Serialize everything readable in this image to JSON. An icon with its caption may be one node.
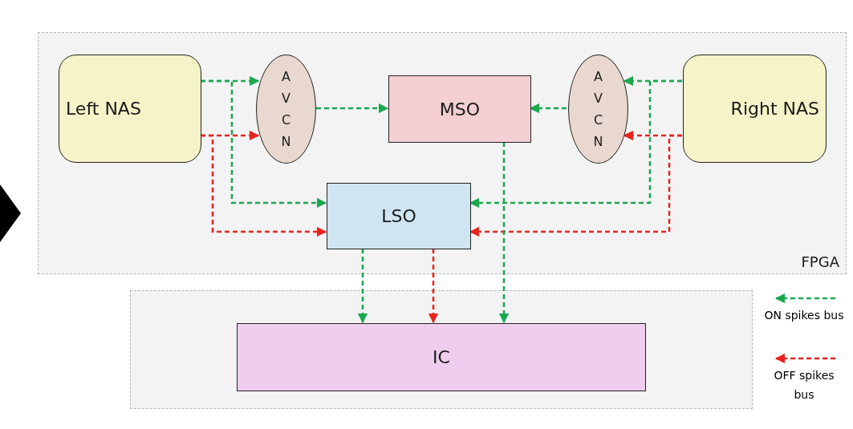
{
  "diagram": {
    "nodes": [
      {
        "text": [
          "FPGA"
        ]
      },
      {
        "text": [
          "Left NAS"
        ],
        "in": 0
      },
      {
        "text": [
          "AVCN"
        ],
        "in": 0
      },
      {
        "text": [
          "MSO"
        ],
        "in": 0
      },
      {
        "text": [
          "AVCN"
        ],
        "in": 0
      },
      {
        "text": [
          "Right NAS"
        ],
        "in": 0
      },
      {
        "text": [
          "LSO"
        ],
        "in": 0
      },
      {
        "text": [],
        "shape": "box"
      },
      {
        "text": [
          "IC"
        ],
        "in": 7
      }
    ],
    "edges": [
      {
        "from": 1,
        "to": 2,
        "arrow": "to",
        "style": "dashed"
      },
      {
        "from": 1,
        "to": 2,
        "arrow": "to",
        "style": "dashed",
        "color": "#e8231f"
      },
      {
        "from": 1,
        "to": 6,
        "arrow": "to",
        "style": "dashed"
      },
      {
        "from": 1,
        "to": 6,
        "arrow": "to",
        "style": "dashed",
        "color": "#e8231f"
      },
      {
        "from": 2,
        "to": 3,
        "arrow": "to",
        "style": "dashed"
      },
      {
        "from": 4,
        "to": 3,
        "arrow": "to",
        "style": "dashed"
      },
      {
        "from": 5,
        "to": 4,
        "arrow": "to",
        "style": "dashed"
      },
      {
        "from": 5,
        "to": 4,
        "arrow": "to",
        "style": "dashed",
        "color": "#e8231f"
      },
      {
        "from": 5,
        "to": 6,
        "arrow": "to",
        "style": "dashed"
      },
      {
        "from": 5,
        "to": 6,
        "arrow": "to",
        "style": "dashed",
        "color": "#e8231f"
      },
      {
        "from": 3,
        "to": 8,
        "arrow": "to",
        "style": "dashed"
      },
      {
        "from": 6,
        "to": 8,
        "arrow": "to",
        "style": "dashed"
      },
      {
        "from": 6,
        "to": 8,
        "arrow": "to",
        "style": "dashed",
        "color": "#e8231f"
      }
    ],
    "legend": [
      {
        "text": "ON spikes bus"
      },
      {
        "text": "OFF spikes bus"
      }
    ]
  }
}
